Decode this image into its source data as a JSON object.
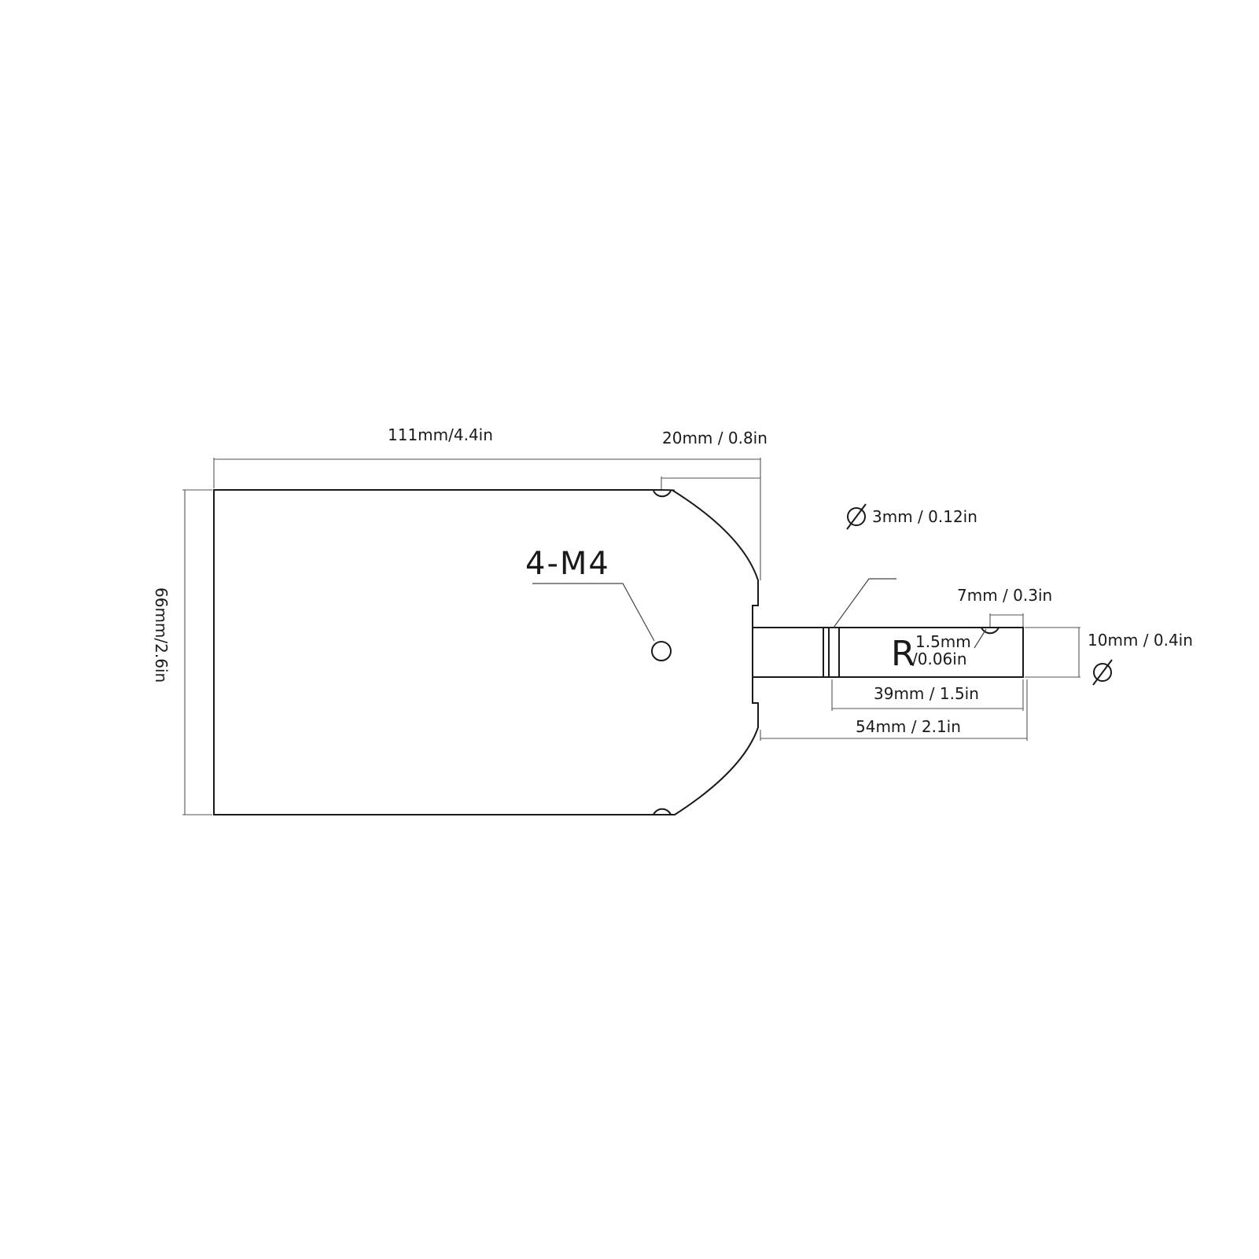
{
  "dimensions": {
    "overall_length": "111mm/4.4in",
    "height": "66mm/2.6in",
    "flange_offset": "20mm / 0.8in",
    "hole_diameter": "3mm / 0.12in",
    "thread_callout": "4-M4",
    "keyway_length": "7mm / 0.3in",
    "shaft_diameter": "10mm / 0.4in",
    "radius_prefix": "R",
    "radius_mm": "1.5mm",
    "radius_in": "/0.06in",
    "shaft_length": "39mm / 1.5in",
    "total_shaft_length": "54mm / 2.1in"
  },
  "symbols": {
    "diameter_symbol": "diameter-symbol"
  },
  "colors": {
    "line": "#1a1a1a",
    "background": "#ffffff"
  }
}
